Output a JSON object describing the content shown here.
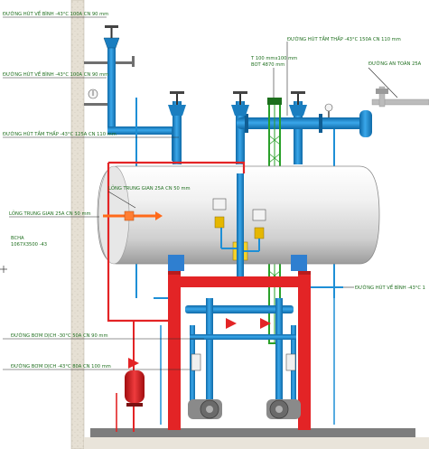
{
  "labels": {
    "suction_return_top": "ĐƯỜNG HÚT VỀ BÌNH -43°C 100A CN 90 mm",
    "suction_return_mid": "ĐƯỜNG HÚT VỀ BÌNH -43°C 100A CN 90 mm",
    "suction_low_top": "ĐƯỜNG HÚT TẦM THẤP -43°C 150A CN 110 mm",
    "safety_line": "ĐƯỜNG AN TOÀN 25A",
    "level_pipe_1": "T 100 mmx100 mm",
    "level_pipe_2": "BOT 4870 mm",
    "suction_low_left": "ĐƯỜNG HÚT TẦM THẤP -43°C 125A CN 110 mm",
    "intermediate_inner": "LỎNG TRUNG GIAN 25A CN 50 mm",
    "intermediate_outer": "LỎNG TRUNG GIAN 25A CN 50 mm",
    "vessel_name": "BCHA",
    "vessel_size": "1067X3500 -43",
    "suction_return_right": "ĐƯỜNG HÚT VỀ BÌNH -43°C 1",
    "pump_line_1": "ĐƯỜNG BƠM DỊCH -30°C 50A CN 90 mm",
    "pump_line_2": "ĐƯỜNG BƠM DỊCH -43°C 80A CN 100 mm"
  },
  "colors": {
    "pipe_blue": "#1e8fd6",
    "frame_red": "#e32426",
    "level_green": "#2aa02a",
    "label_green": "#1f6f1f",
    "vessel_grey": "#d8d8d8"
  }
}
